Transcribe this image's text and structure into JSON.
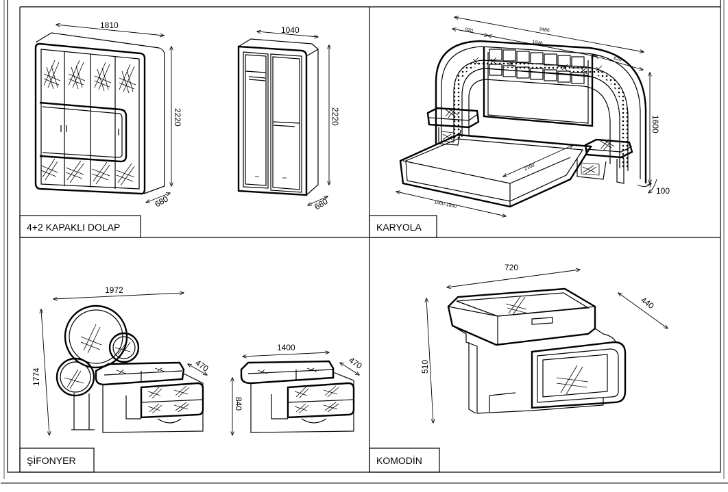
{
  "sections": {
    "wardrobe": {
      "label": "4+2 KAPAKLI DOLAP",
      "dims": {
        "big_width": "1810",
        "big_height": "2220",
        "big_depth": "680",
        "small_width": "1040",
        "small_height": "2220",
        "small_depth": "680"
      }
    },
    "bed": {
      "label": "KARYOLA",
      "dims": {
        "overall": "3486",
        "side_left": "820",
        "center": "1846",
        "side_right": "820",
        "length": "2100",
        "width": "1600-1800",
        "height": "1600",
        "clearance": "100"
      }
    },
    "dresser": {
      "label": "ŞİFONYER",
      "dims": {
        "mirror_width": "1972",
        "mirror_height": "1774",
        "depth_a": "470",
        "width": "1400",
        "depth_b": "470",
        "height": "840"
      }
    },
    "nightstand": {
      "label": "KOMODİN",
      "dims": {
        "width": "720",
        "depth": "440",
        "height": "510"
      }
    }
  },
  "colors": {
    "line": "#000000",
    "background": "#ffffff",
    "frame": "#555555"
  }
}
